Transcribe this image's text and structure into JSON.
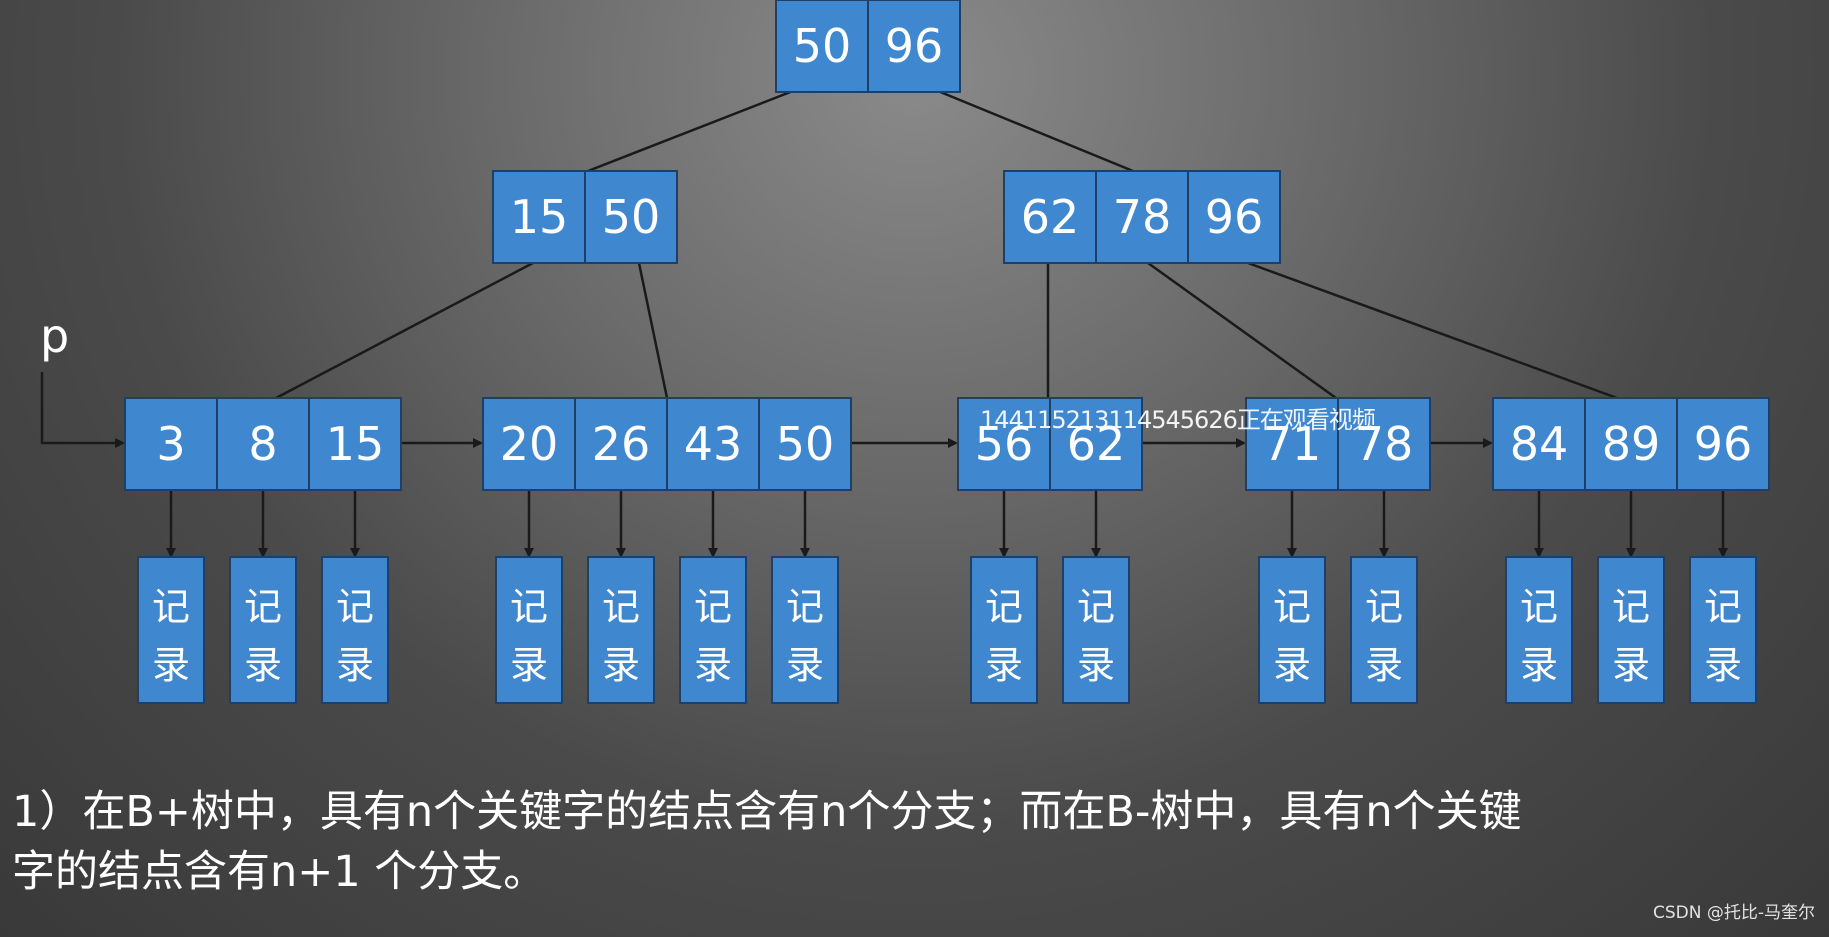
{
  "diagram": {
    "pointer_label": "p",
    "record_label": [
      "记",
      "录"
    ],
    "root": {
      "keys": [
        "50",
        "96"
      ]
    },
    "internal": [
      {
        "keys": [
          "15",
          "50"
        ]
      },
      {
        "keys": [
          "62",
          "78",
          "96"
        ]
      }
    ],
    "leaves": [
      {
        "keys": [
          "3",
          "8",
          "15"
        ]
      },
      {
        "keys": [
          "20",
          "26",
          "43",
          "50"
        ]
      },
      {
        "keys": [
          "56",
          "62"
        ]
      },
      {
        "keys": [
          "71",
          "78"
        ]
      },
      {
        "keys": [
          "84",
          "89",
          "96"
        ]
      }
    ],
    "colors": {
      "node_fill": "#3f87cf",
      "node_stroke": "#1f3f66",
      "line": "#1a1a1a"
    }
  },
  "overlay": {
    "viewer_notice": "144115213114545626正在观看视频"
  },
  "caption": {
    "line1": "1）在B+树中，具有n个关键字的结点含有n个分支；而在B-树中，具有n个关键",
    "line2": "字的结点含有n+1 个分支。"
  },
  "watermark": {
    "text": "CSDN @托比-马奎尔"
  }
}
